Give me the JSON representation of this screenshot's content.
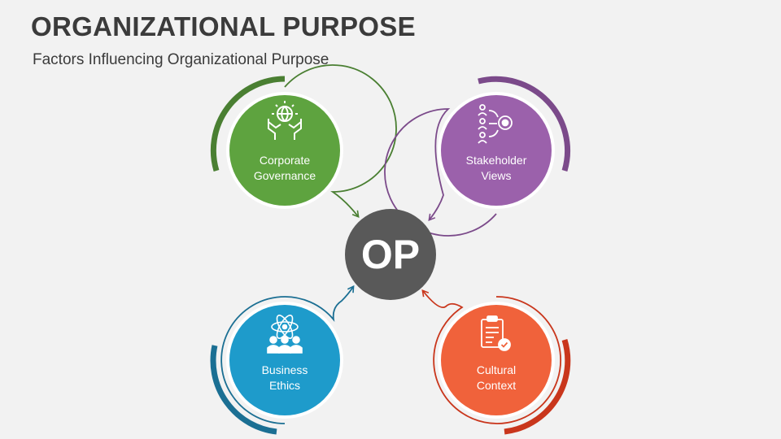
{
  "title": "ORGANIZATIONAL PURPOSE",
  "subtitle": "Factors Influencing Organizational Purpose",
  "center": {
    "label": "OP",
    "color": "#595959"
  },
  "nodes": [
    {
      "line1": "Corporate",
      "line2": "Governance",
      "icon": "globe-in-hands-icon",
      "color": "#5ea33f",
      "ring_color": "#4a7f32"
    },
    {
      "line1": "Stakeholder",
      "line2": "Views",
      "icon": "stakeholder-target-icon",
      "color": "#9b61ab",
      "ring_color": "#7b4a8a"
    },
    {
      "line1": "Business",
      "line2": "Ethics",
      "icon": "team-atom-icon",
      "color": "#1e9bcb",
      "ring_color": "#1b6f93"
    },
    {
      "line1": "Cultural",
      "line2": "Context",
      "icon": "clipboard-check-icon",
      "color": "#f0623b",
      "ring_color": "#c9361c"
    }
  ]
}
